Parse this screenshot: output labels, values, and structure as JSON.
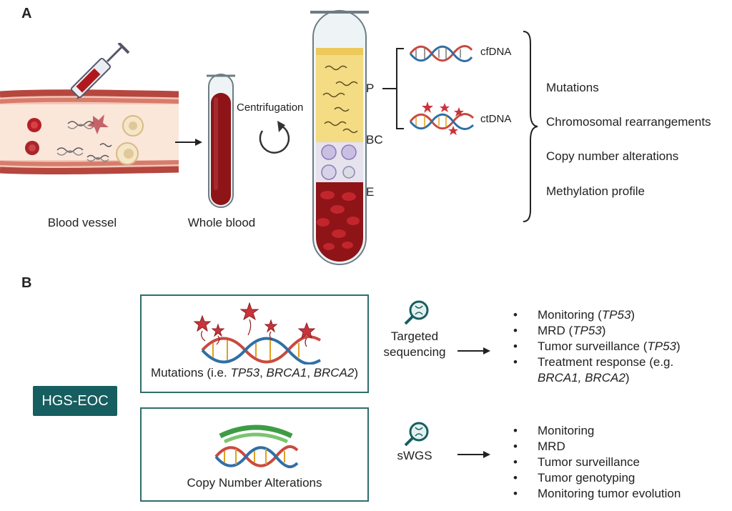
{
  "panel_a": {
    "letter": "A",
    "blood_vessel_label": "Blood vessel",
    "whole_blood_label": "Whole blood",
    "centrifugation_label": "Centrifugation",
    "layers": {
      "plasma": "P",
      "buffy_coat": "BC",
      "erythrocytes": "E"
    },
    "cfdna_label": "cfDNA",
    "ctdna_label": "ctDNA",
    "analyses": [
      "Mutations",
      "Chromosomal rearrangements",
      "Copy number alterations",
      "Methylation profile"
    ]
  },
  "panel_b": {
    "letter": "B",
    "disease_label": "HGS-EOC",
    "mutations_box": {
      "caption_prefix": "Mutations (i.e. ",
      "gene1": "TP53",
      "sep1": ", ",
      "gene2": "BRCA1",
      "sep2": ", ",
      "gene3": "BRCA2",
      "caption_suffix": ")"
    },
    "cna_box": {
      "caption": "Copy Number Alterations"
    },
    "method_targeted": {
      "line1": "Targeted",
      "line2": "sequencing"
    },
    "method_swgs": {
      "label": "sWGS"
    },
    "targeted_outputs": [
      {
        "text": "Monitoring (",
        "gene": "TP53",
        "end": ")"
      },
      {
        "text": "MRD (",
        "gene": "TP53",
        "end": ")"
      },
      {
        "text": "Tumor surveillance (",
        "gene": "TP53",
        "end": ")"
      },
      {
        "text": "Treatment response (e.g.",
        "gene": "",
        "end": ""
      },
      {
        "text": "",
        "gene": "BRCA1, BRCA2",
        "end": ")"
      }
    ],
    "swgs_outputs": [
      "Monitoring",
      "MRD",
      "Tumor surveillance",
      "Tumor genotyping",
      "Monitoring tumor evolution"
    ]
  },
  "colors": {
    "teal_dark": "#165e60",
    "teal_border": "#2f6e6a",
    "blood_red": "#8e1418",
    "plasma_yellow": "#f3dc83",
    "dna_red": "#c94a3e",
    "dna_blue": "#2f6fa6",
    "mutation_star": "#c9343a"
  }
}
